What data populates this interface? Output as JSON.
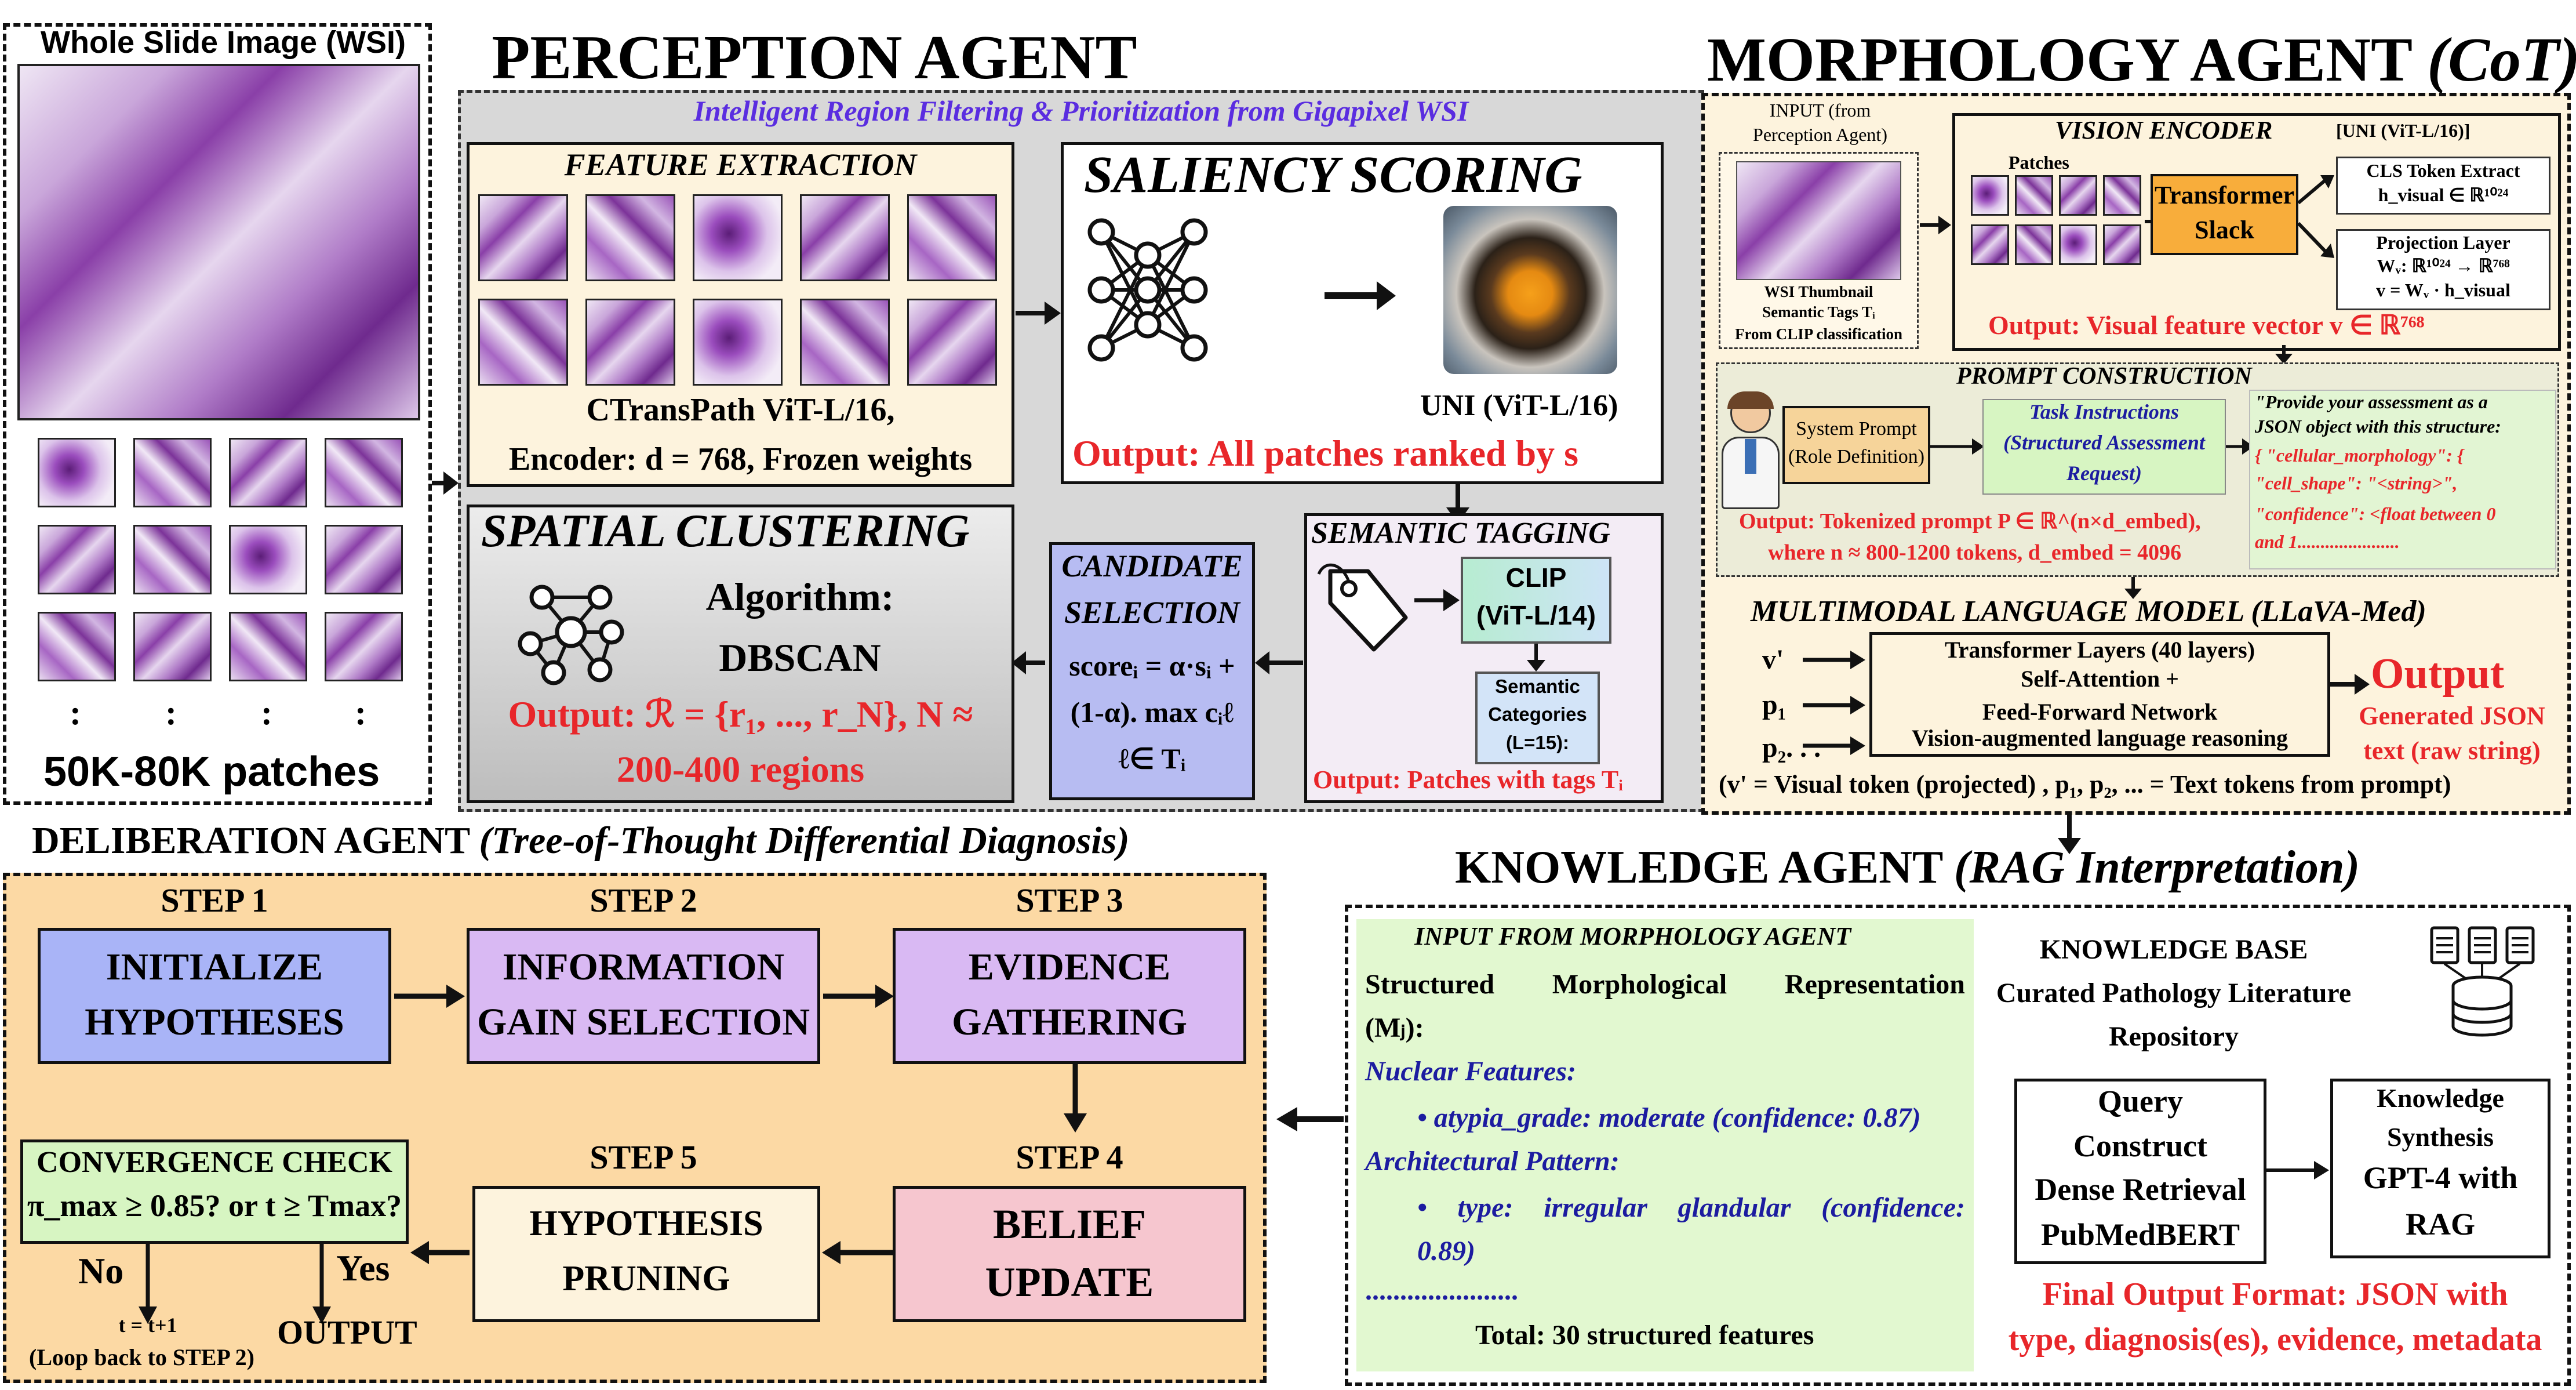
{
  "wsi": {
    "title": "Whole Slide Image (WSI)",
    "dots": ":",
    "patch_count": "50K-80K patches"
  },
  "perception": {
    "title": "PERCEPTION AGENT",
    "subtitle": "Intelligent Region Filtering & Prioritization from Gigapixel WSI",
    "feature_extraction": {
      "title": "FEATURE EXTRACTION",
      "line1": "CTransPath ViT-L/16,",
      "line2": "Encoder: d = 768, Frozen weights"
    },
    "saliency": {
      "title": "SALIENCY SCORING",
      "model": "UNI (ViT-L/16)",
      "output": "Output: All patches ranked by s"
    },
    "spatial": {
      "title": "SPATIAL CLUSTERING",
      "algo_label": "Algorithm:",
      "algo": "DBSCAN",
      "output1": "Output: ℛ = {r₁, ..., r_N}, N ≈",
      "output2": "200-400 regions"
    },
    "candidate": {
      "title1": "CANDIDATE",
      "title2": "SELECTION",
      "f1": "scoreᵢ = α·sᵢ +",
      "f2": "(1-α). max cᵢℓ",
      "f3": "ℓ∈ Tᵢ"
    },
    "semantic": {
      "title": "SEMANTIC TAGGING",
      "clip1": "CLIP",
      "clip2": "(ViT-L/14)",
      "cat1": "Semantic",
      "cat2": "Categories",
      "cat3": "(L=15):",
      "output": "Output: Patches with tags Tᵢ"
    }
  },
  "morphology": {
    "title": "MORPHOLOGY AGENT",
    "title_suffix": "(CoT)",
    "input1": "INPUT (from",
    "input2": "Perception Agent)",
    "wsi_thumb": "WSI Thumbnail",
    "sem_tags": "Semantic Tags Tᵢ",
    "from_clip": "From CLIP classification",
    "vision_encoder": "VISION ENCODER",
    "uni": "[UNI (ViT-L/16)]",
    "patches": "Patches",
    "transformer1": "Transformer",
    "transformer2": "Slack",
    "cls1": "CLS Token Extract",
    "cls2": "h_visual ∈ ℝ¹⁰²⁴",
    "proj1": "Projection Layer",
    "proj2": "Wᵥ: ℝ¹⁰²⁴ → ℝ⁷⁶⁸",
    "proj3": "v = Wᵥ · h_visual",
    "vis_output": "Output: Visual feature vector v ∈ ℝ⁷⁶⁸",
    "prompt_title": "PROMPT CONSTRUCTION",
    "sys1": "System Prompt",
    "sys2": "(Role Definition)",
    "task1": "Task Instructions",
    "task2": "(Structured Assessment",
    "task3": "Request)",
    "json_lines": [
      "\"Provide your assessment as a",
      "JSON object with this structure:",
      "{  \"cellular_morphology\": {",
      "   \"cell_shape\": \"<string>\",",
      "    \"confidence\": <float between 0",
      "and 1......................"
    ],
    "tok1": "Output: Tokenized prompt P ∈ ℝ^(n×d_embed),",
    "tok2": "where n ≈ 800-1200 tokens, d_embed = 4096",
    "mlm_title": "MULTIMODAL LANGUAGE MODEL (LLaVA-Med)",
    "in_v": "v'",
    "in_p1": "p₁",
    "in_p2": "p₂. . .",
    "layers1": "Transformer Layers (40 layers)",
    "layers2": "Self-Attention +",
    "layers3": "Feed-Forward Network",
    "layers4": "Vision-augmented language reasoning",
    "out_title": "Output",
    "out1": "Generated JSON",
    "out2": "text (raw string)",
    "legend": "(v' = Visual token (projected) , p₁, p₂, ... = Text tokens from prompt)"
  },
  "deliberation": {
    "title": "DELIBERATION AGENT",
    "title_suffix": "(Tree-of-Thought Differential Diagnosis)",
    "step1": "STEP 1",
    "step2": "STEP 2",
    "step3": "STEP 3",
    "step4": "STEP 4",
    "step5": "STEP 5",
    "s1a": "INITIALIZE",
    "s1b": "HYPOTHESES",
    "s2a": "INFORMATION",
    "s2b": "GAIN SELECTION",
    "s3a": "EVIDENCE",
    "s3b": "GATHERING",
    "s4a": "BELIEF",
    "s4b": "UPDATE",
    "s5a": "HYPOTHESIS",
    "s5b": "PRUNING",
    "conv1": "CONVERGENCE CHECK",
    "conv2": "π_max ≥ 0.85? or t ≥ Tmax?",
    "no": "No",
    "yes": "Yes",
    "loop1": "t = t+1",
    "loop2": "(Loop back to STEP 2)",
    "output": "OUTPUT"
  },
  "knowledge": {
    "title": "KNOWLEDGE AGENT",
    "title_suffix": "(RAG Interpretation)",
    "input_title": "INPUT FROM MORPHOLOGY AGENT",
    "smr1": "Structured Morphological Representation",
    "smr2": "(Mⱼ):",
    "nuclear": "Nuclear Features:",
    "atypia": "• atypia_grade: moderate (confidence: 0.87)",
    "arch": "Architectural Pattern:",
    "type1": "• type: irregular glandular (confidence:",
    "type2": "0.89)",
    "dots": "......................",
    "total": "Total: 30 structured features",
    "kb1": "KNOWLEDGE BASE",
    "kb2": "Curated Pathology Literature",
    "kb3": "Repository",
    "q1": "Query",
    "q2": "Construct",
    "q3": "Dense Retrieval",
    "q4": "PubMedBERT",
    "k1": "Knowledge",
    "k2": "Synthesis",
    "k3": "GPT-4 with",
    "k4": "RAG",
    "final1": "Final Output Format: JSON with",
    "final2": "type, diagnosis(es), evidence, metadata"
  },
  "colors": {
    "red": "#e8262a",
    "blue_text": "#1c1ca0",
    "purple_text": "#5a2de0",
    "step_blue": "#a9b4f7",
    "step_purple": "#d9b9f3",
    "step_pink": "#f6c6cf",
    "green": "#d7f5c2",
    "cream": "#fdf3dd",
    "gray": "#d8d8d8"
  }
}
